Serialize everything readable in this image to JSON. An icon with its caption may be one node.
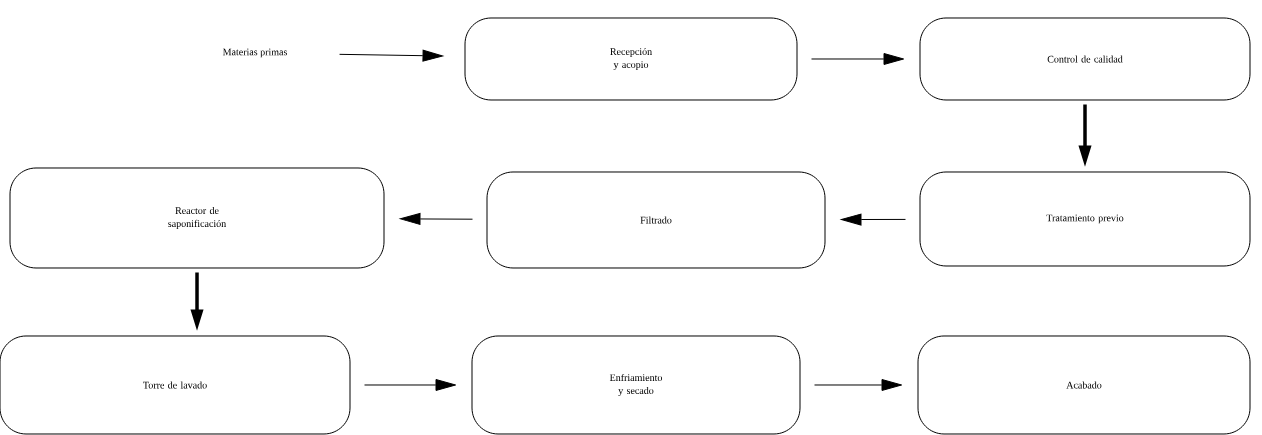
{
  "diagram": {
    "nodes": [
      {
        "text": [
          "Materias primas"
        ]
      },
      {
        "text": [
          "Recepción y acopio"
        ]
      },
      {
        "text": [
          "Control de calidad"
        ]
      },
      {
        "text": [
          "Tratamiento previo"
        ]
      },
      {
        "text": [
          "Filtrado"
        ]
      },
      {
        "text": [
          "Reactor de saponificación"
        ]
      },
      {
        "text": [
          "Torre de lavado"
        ]
      },
      {
        "text": [
          "Enfriamiento y secado"
        ]
      },
      {
        "text": [
          "Acabado"
        ]
      }
    ],
    "edges": [
      {
        "from": 0,
        "to": 1,
        "arrow": "to"
      },
      {
        "from": 1,
        "to": 2,
        "arrow": "to"
      },
      {
        "from": 2,
        "to": 3,
        "arrow": "to",
        "style": "thick"
      },
      {
        "from": 3,
        "to": 4,
        "arrow": "to"
      },
      {
        "from": 4,
        "to": 5,
        "arrow": "to"
      },
      {
        "from": 5,
        "to": 6,
        "arrow": "to",
        "style": "thick"
      },
      {
        "from": 6,
        "to": 7,
        "arrow": "to"
      },
      {
        "from": 7,
        "to": 8,
        "arrow": "to"
      }
    ]
  }
}
